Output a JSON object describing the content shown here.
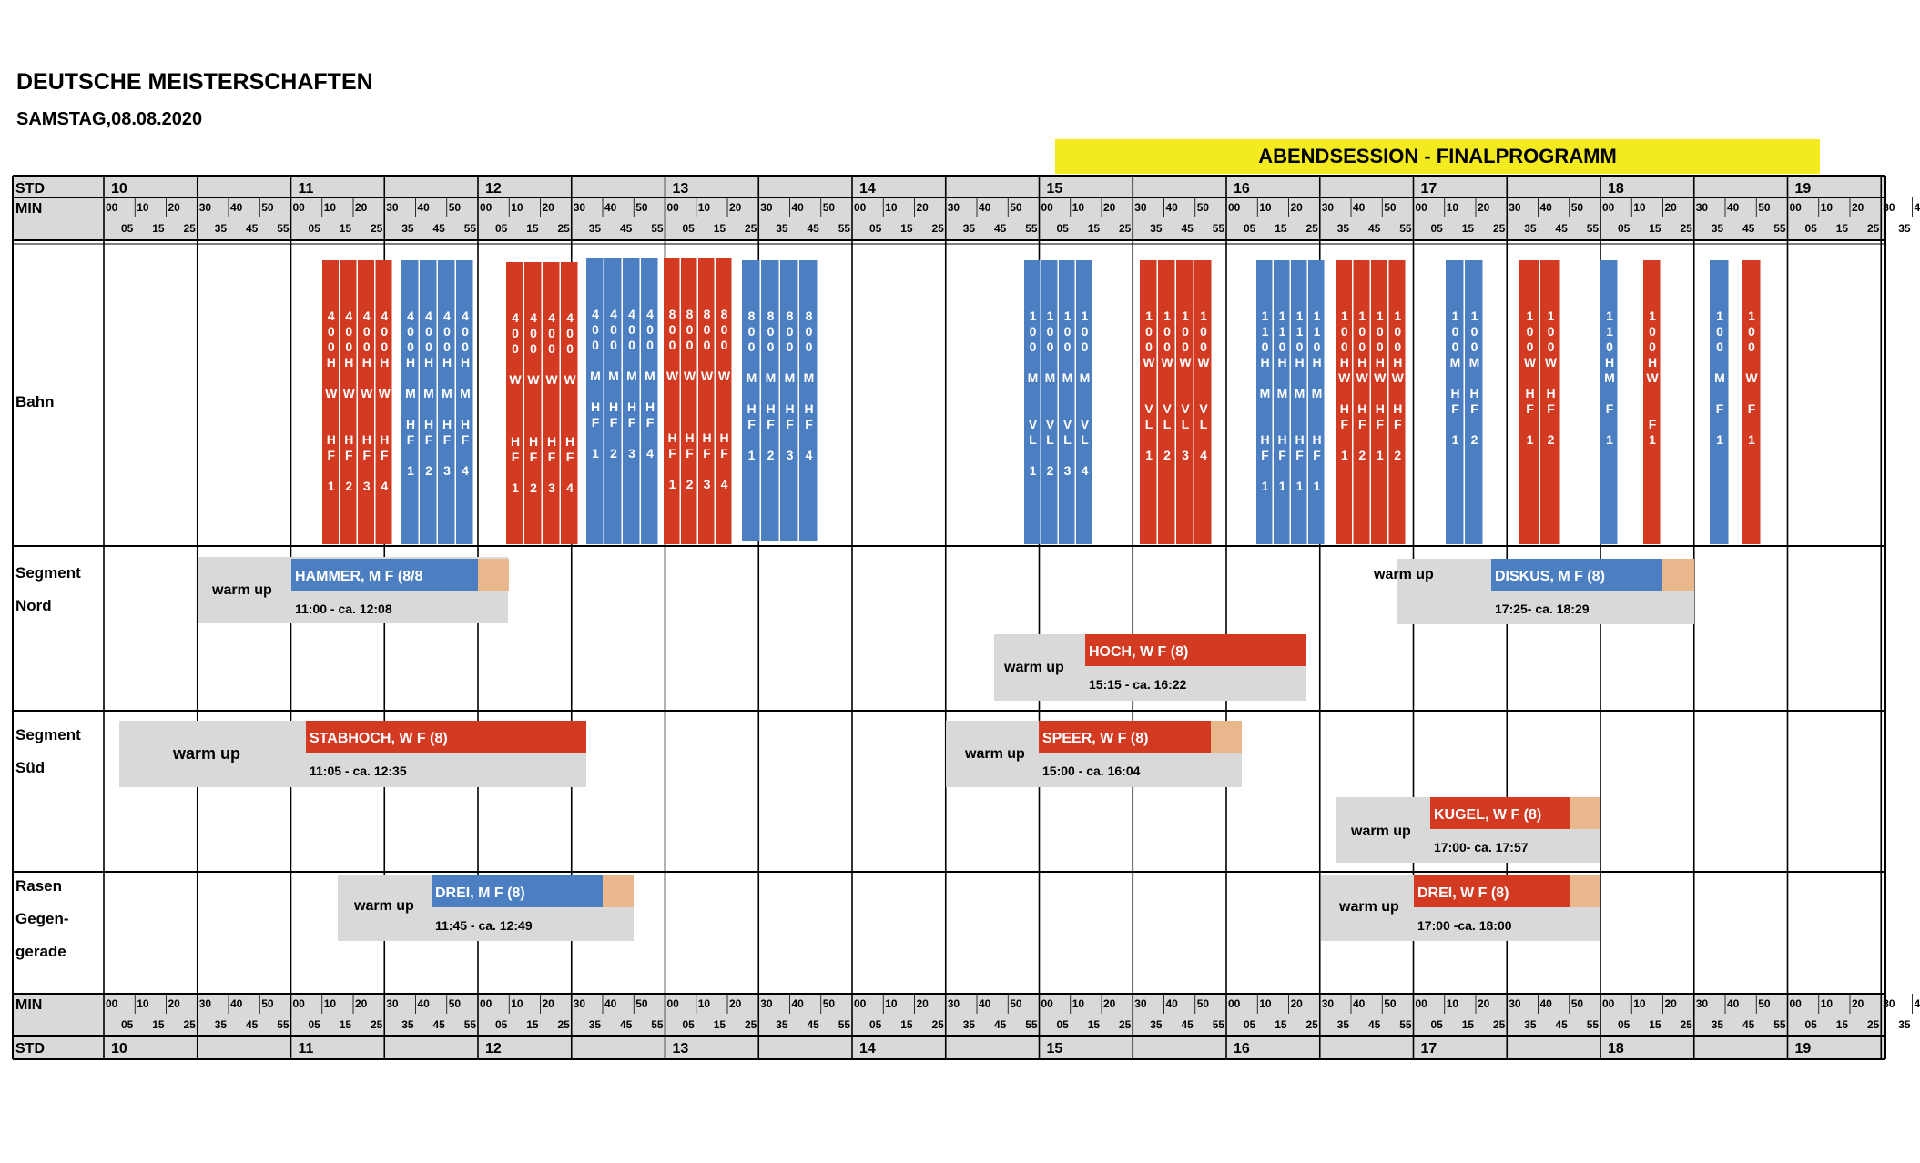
{
  "header": {
    "title": "DEUTSCHE MEISTERSCHAFTEN",
    "date": "SAMSTAG,08.08.2020",
    "banner": "ABENDSESSION - FINALPROGRAMM"
  },
  "axis": {
    "std_label": "STD",
    "min_label": "MIN",
    "hours": [
      "10",
      "11",
      "12",
      "13",
      "14",
      "15",
      "16",
      "17",
      "18",
      "19"
    ],
    "min_top": [
      "00",
      "10",
      "20",
      "30",
      "40",
      "50"
    ],
    "min_bottom": [
      "05",
      "15",
      "25",
      "35",
      "45",
      "55"
    ]
  },
  "rows": {
    "bahn": [
      "Bahn"
    ],
    "nord": [
      "Segment",
      "Nord"
    ],
    "sued": [
      "Segment",
      "Süd"
    ],
    "rasen": [
      "Rasen",
      "Gegen-",
      "gerade"
    ]
  },
  "colors": {
    "red": "#d23a22",
    "blue": "#4c7fc2",
    "salmon": "#eab78c",
    "gray": "#d9d9d9",
    "yellow": "#f4ea20"
  },
  "bahn_groups": [
    {
      "color": "red",
      "lines": [
        "4",
        "0",
        "0",
        "H",
        "",
        "W",
        "",
        "",
        "H",
        "F",
        "",
        "1|2|3|4"
      ]
    },
    {
      "color": "blue",
      "lines": [
        "4",
        "0",
        "0",
        "H",
        "",
        "M",
        "",
        "H",
        "F",
        "",
        "1|2|3|4"
      ]
    },
    {
      "color": "red",
      "lines": [
        "4",
        "0",
        "0",
        "",
        "W",
        "",
        "",
        "",
        "H",
        "F",
        "",
        "1|2|3|4"
      ]
    },
    {
      "color": "blue",
      "lines": [
        "4",
        "0",
        "0",
        "",
        "M",
        "",
        "H",
        "F",
        "",
        "1|2|3|4"
      ]
    },
    {
      "color": "red",
      "lines": [
        "8",
        "0",
        "0",
        "",
        "W",
        "",
        "",
        "",
        "H",
        "F",
        "",
        "1|2|3|4"
      ]
    },
    {
      "color": "blue",
      "lines": [
        "8",
        "0",
        "0",
        "",
        "M",
        "",
        "H",
        "F",
        "",
        "1|2|3|4"
      ]
    },
    {
      "color": "blue",
      "lines": [
        "1",
        "0",
        "0",
        "",
        "M",
        "",
        "",
        "V",
        "L",
        "",
        "1|2|3|4"
      ]
    },
    {
      "color": "red",
      "lines": [
        "1",
        "0",
        "0",
        "W",
        "",
        "",
        "V",
        "L",
        "",
        "1|2|3|4"
      ]
    },
    {
      "color": "blue",
      "lines": [
        "1",
        "1",
        "0",
        "H",
        "",
        "M",
        "",
        "",
        "H",
        "F",
        "",
        "1|1|1|1"
      ]
    },
    {
      "color": "red",
      "lines": [
        "1",
        "0",
        "0",
        "H",
        "W",
        "",
        "H",
        "F",
        "",
        "1|2|1|2"
      ]
    },
    {
      "color": "blue",
      "lines": [
        "1",
        "0",
        "0",
        "M",
        "",
        "H",
        "F",
        "",
        "1|2"
      ]
    },
    {
      "color": "red",
      "lines": [
        "1",
        "0",
        "0",
        "W",
        "",
        "H",
        "F",
        "",
        "1|2"
      ]
    },
    {
      "color": "blue",
      "lines": [
        "1",
        "1",
        "0",
        "H",
        "M",
        "",
        "F",
        "",
        "1"
      ]
    },
    {
      "color": "red",
      "lines": [
        "1",
        "0",
        "0",
        "H",
        "W",
        "",
        "",
        "F",
        "1"
      ]
    },
    {
      "color": "blue",
      "lines": [
        "1",
        "0",
        "0",
        "",
        "M",
        "",
        "F",
        "",
        "1"
      ]
    },
    {
      "color": "red",
      "lines": [
        "1",
        "0",
        "0",
        "",
        "W",
        "",
        "F",
        "",
        "1"
      ]
    }
  ],
  "events": [
    {
      "id": "hammer",
      "row": "nord",
      "name": "HAMMER, M F (8/8",
      "time": "11:00 - ca. 12:08",
      "warmup": "warm up",
      "color": "blue"
    },
    {
      "id": "diskus",
      "row": "nord",
      "name": "DISKUS, M F (8)",
      "time": "17:25- ca. 18:29",
      "warmup": "warm up",
      "color": "blue"
    },
    {
      "id": "hoch",
      "row": "nord",
      "name": "HOCH, W F (8)",
      "time": "15:15 - ca. 16:22",
      "warmup": "warm up",
      "color": "red"
    },
    {
      "id": "stabhoch",
      "row": "sued",
      "name": "STABHOCH, W F (8)",
      "time": "11:05 - ca. 12:35",
      "warmup": "warm up",
      "color": "red"
    },
    {
      "id": "speer",
      "row": "sued",
      "name": "SPEER, W F (8)",
      "time": "15:00 - ca. 16:04",
      "warmup": "warm up",
      "color": "red"
    },
    {
      "id": "kugel",
      "row": "sued",
      "name": "KUGEL, W F (8)",
      "time": "17:00- ca. 17:57",
      "warmup": "warm up",
      "color": "red"
    },
    {
      "id": "drei-m",
      "row": "rasen",
      "name": "DREI, M F (8)",
      "time": "11:45 - ca. 12:49",
      "warmup": "warm up",
      "color": "blue"
    },
    {
      "id": "drei-w",
      "row": "rasen",
      "name": "DREI, W F (8)",
      "time": "17:00 -ca. 18:00",
      "warmup": "warm up",
      "color": "red"
    }
  ]
}
